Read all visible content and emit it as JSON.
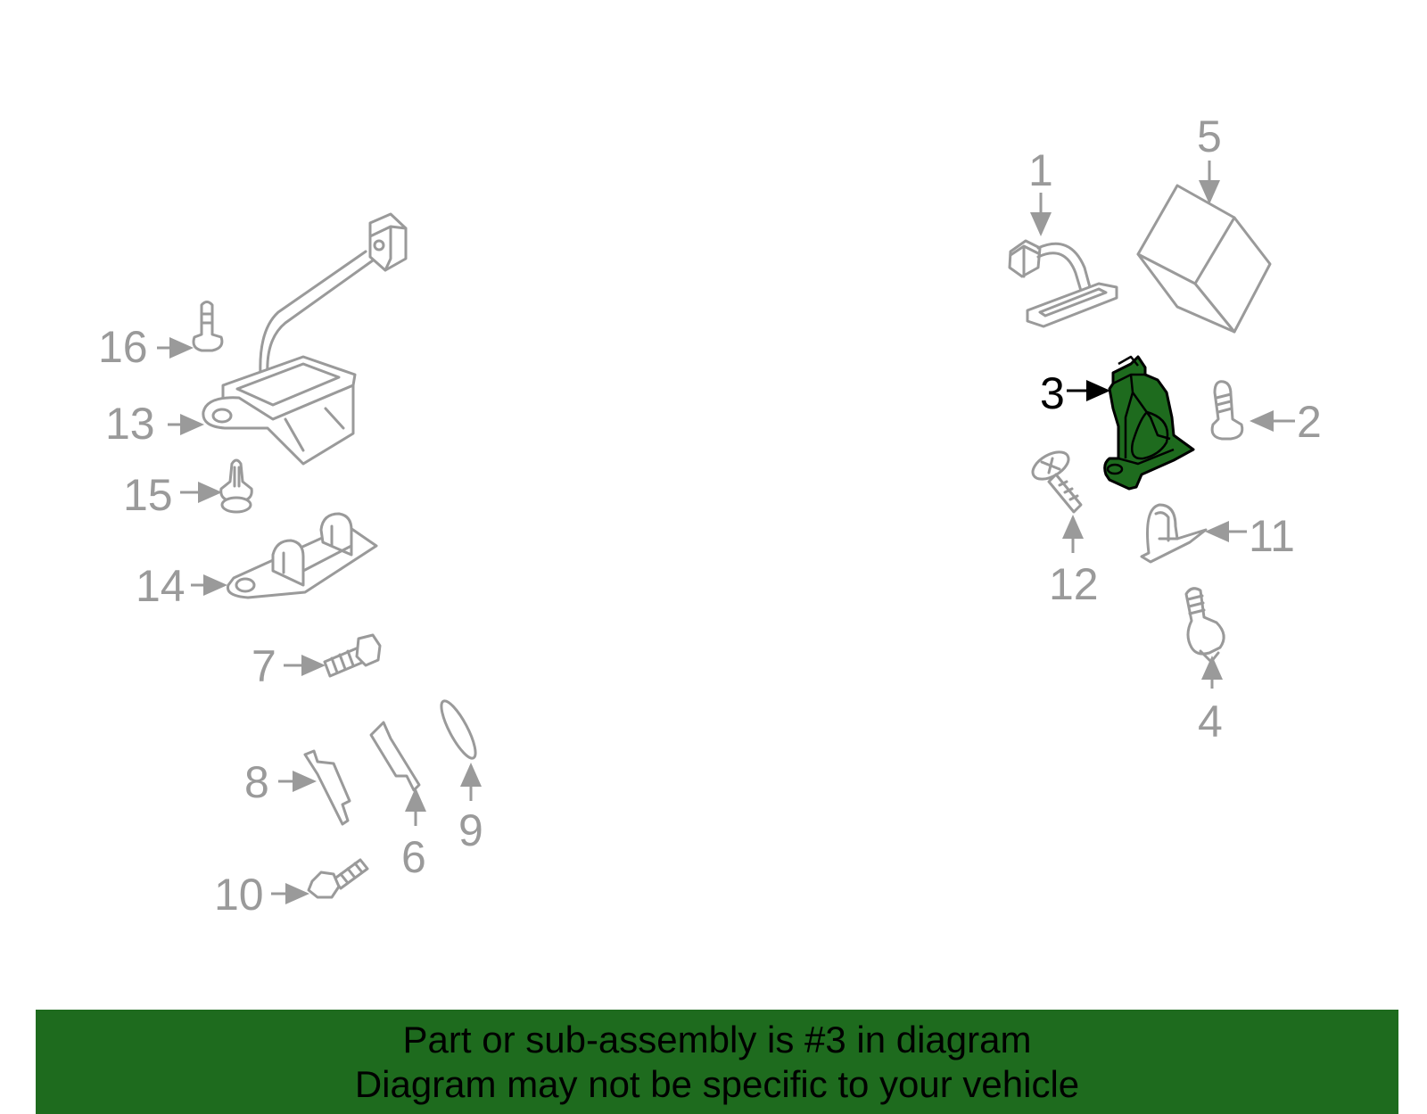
{
  "callouts": {
    "c1": "1",
    "c2": "2",
    "c3": "3",
    "c4": "4",
    "c5": "5",
    "c6": "6",
    "c7": "7",
    "c8": "8",
    "c9": "9",
    "c10": "10",
    "c11": "11",
    "c12": "12",
    "c13": "13",
    "c14": "14",
    "c15": "15",
    "c16": "16"
  },
  "highlighted_part": "3",
  "colors": {
    "highlight": "#1e6b1e",
    "part_outline": "#9a9a9a",
    "banner_bg": "#1e6b1e"
  },
  "banner": {
    "line1": "Part or sub-assembly is #3 in diagram",
    "line2": "Diagram may not be specific to your vehicle"
  }
}
